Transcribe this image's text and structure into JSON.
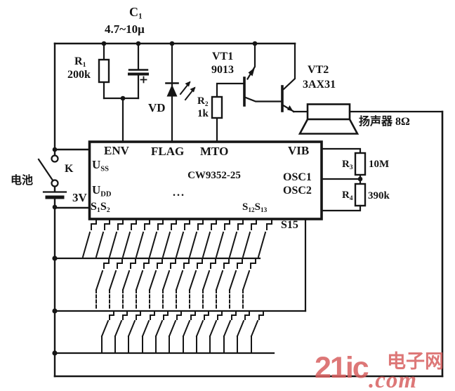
{
  "colors": {
    "line": "#151515",
    "watermark": "#d86060",
    "background": "#ffffff"
  },
  "components": {
    "c1": {
      "ref_base": "C",
      "ref_sub": "1",
      "value": "4.7~10μ"
    },
    "r1": {
      "ref_base": "R",
      "ref_sub": "1",
      "value": "200k"
    },
    "r2": {
      "ref_base": "R",
      "ref_sub": "2",
      "value": "1k"
    },
    "r3": {
      "ref_base": "R",
      "ref_sub": "3",
      "value": "10M"
    },
    "r4": {
      "ref_base": "R",
      "ref_sub": "4",
      "value": "390k"
    },
    "vd": {
      "ref": "VD"
    },
    "vt1": {
      "ref": "VT1",
      "part": "9013"
    },
    "vt2": {
      "ref": "VT2",
      "part": "3AX31"
    },
    "speaker": {
      "label": "扬声器 8Ω"
    },
    "battery": {
      "label": "电池",
      "voltage": "3V"
    },
    "switch_k": {
      "label": "K"
    }
  },
  "ic": {
    "part_number": "CW9352-25",
    "pin_env": "ENV",
    "pin_flag": "FLAG",
    "pin_mto": "MTO",
    "pin_vib": "VIB",
    "pin_osc1": "OSC1",
    "pin_osc2": "OSC2",
    "pin_uss": {
      "base": "U",
      "sub": "SS"
    },
    "pin_udd": {
      "base": "U",
      "sub": "DD"
    },
    "pin_s1s2": {
      "b1": "S",
      "s1": "1",
      "b2": "S",
      "s2": "2"
    },
    "pin_s12s13": {
      "b1": "S",
      "s1": "12",
      "b2": "S",
      "s2": "13"
    },
    "pin_s15": "S15",
    "ellipsis": "..."
  },
  "watermark": {
    "brand": "21ic",
    "site": "电子网",
    "suffix": ".com"
  }
}
